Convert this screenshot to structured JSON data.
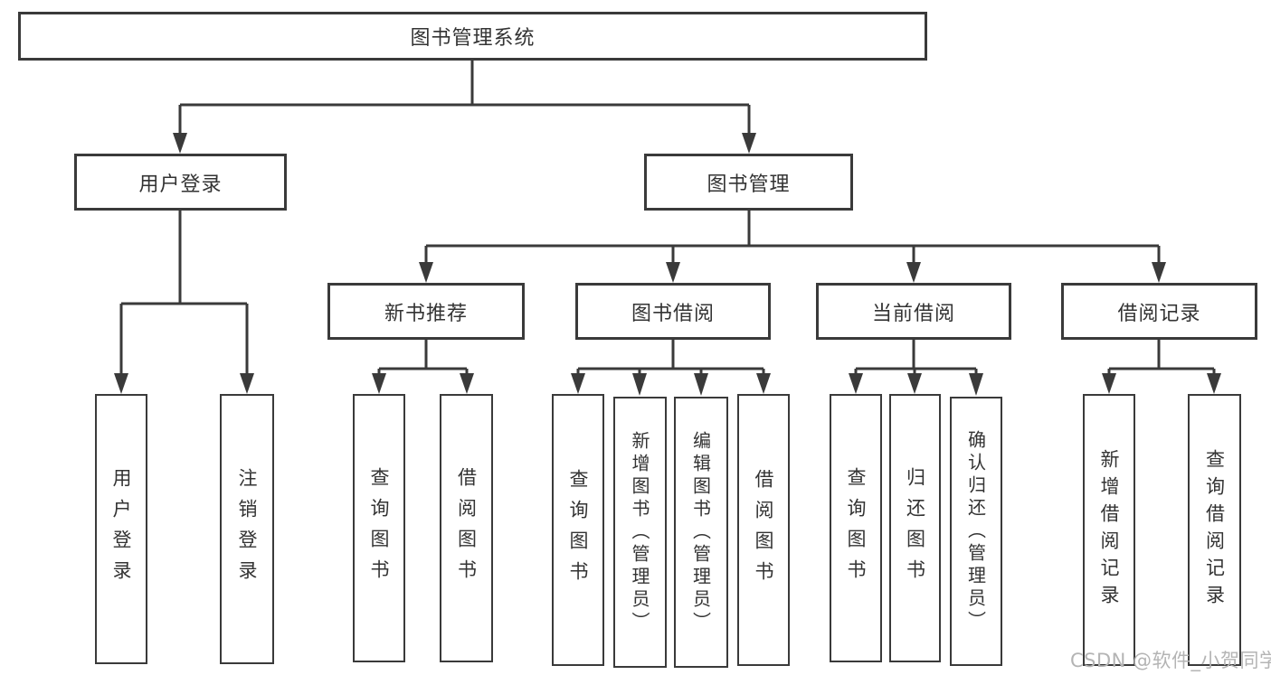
{
  "colors": {
    "line": "#3a3a3a",
    "text": "#333333",
    "background": "#ffffff",
    "watermark": "#b4b4b4"
  },
  "tree": {
    "root": {
      "label": "图书管理系统"
    },
    "branches": [
      {
        "label": "用户登录",
        "children": [
          {
            "label": "用户登录"
          },
          {
            "label": "注销登录"
          }
        ]
      },
      {
        "label": "图书管理",
        "children": [
          {
            "label": "新书推荐",
            "children": [
              {
                "label": "查询图书"
              },
              {
                "label": "借阅图书"
              }
            ]
          },
          {
            "label": "图书借阅",
            "children": [
              {
                "label": "查询图书"
              },
              {
                "label": "新增图书（管理员）"
              },
              {
                "label": "编辑图书（管理员）"
              },
              {
                "label": "借阅图书"
              }
            ]
          },
          {
            "label": "当前借阅",
            "children": [
              {
                "label": "查询图书"
              },
              {
                "label": "归还图书"
              },
              {
                "label": "确认归还（管理员）"
              }
            ]
          },
          {
            "label": "借阅记录",
            "children": [
              {
                "label": "新增借阅记录"
              },
              {
                "label": "查询借阅记录"
              }
            ]
          }
        ]
      }
    ]
  },
  "watermark": {
    "text": "CSDN @软件_小贺同学"
  }
}
